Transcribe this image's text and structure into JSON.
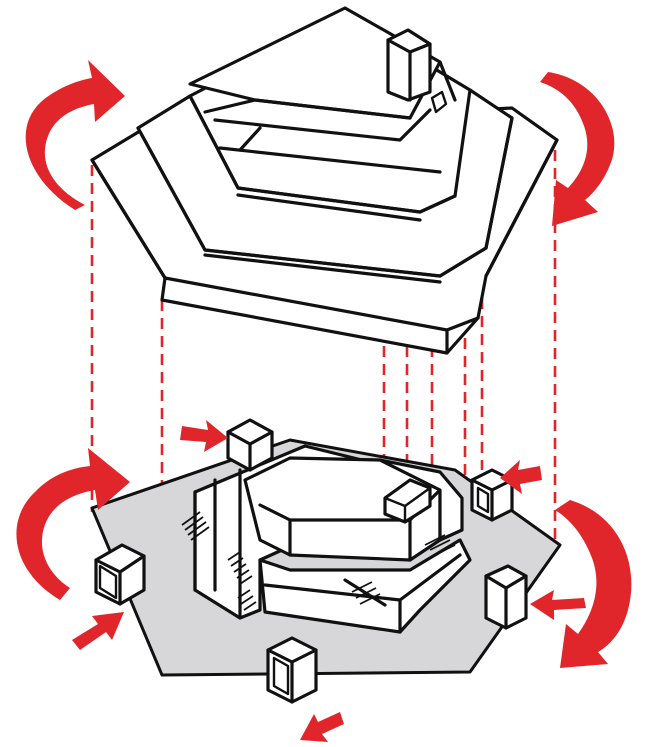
{
  "diagram": {
    "kind": "exploded-axonometric-sketch",
    "colors": {
      "ink": "#111111",
      "accent_arrows": "#e1262b",
      "projection_lines": "#e1262b",
      "ground_plane": "#d7d7d9",
      "background": "#ffffff"
    },
    "components": {
      "roof": "stepped-hexagonal-roof",
      "base": "hexagonal-ground-plane-with-terraced-building",
      "arrows": "curved-rotation-arrows",
      "entry_arrows": "straight-entry-arrows",
      "pavilions": "cube-pavilions"
    }
  }
}
